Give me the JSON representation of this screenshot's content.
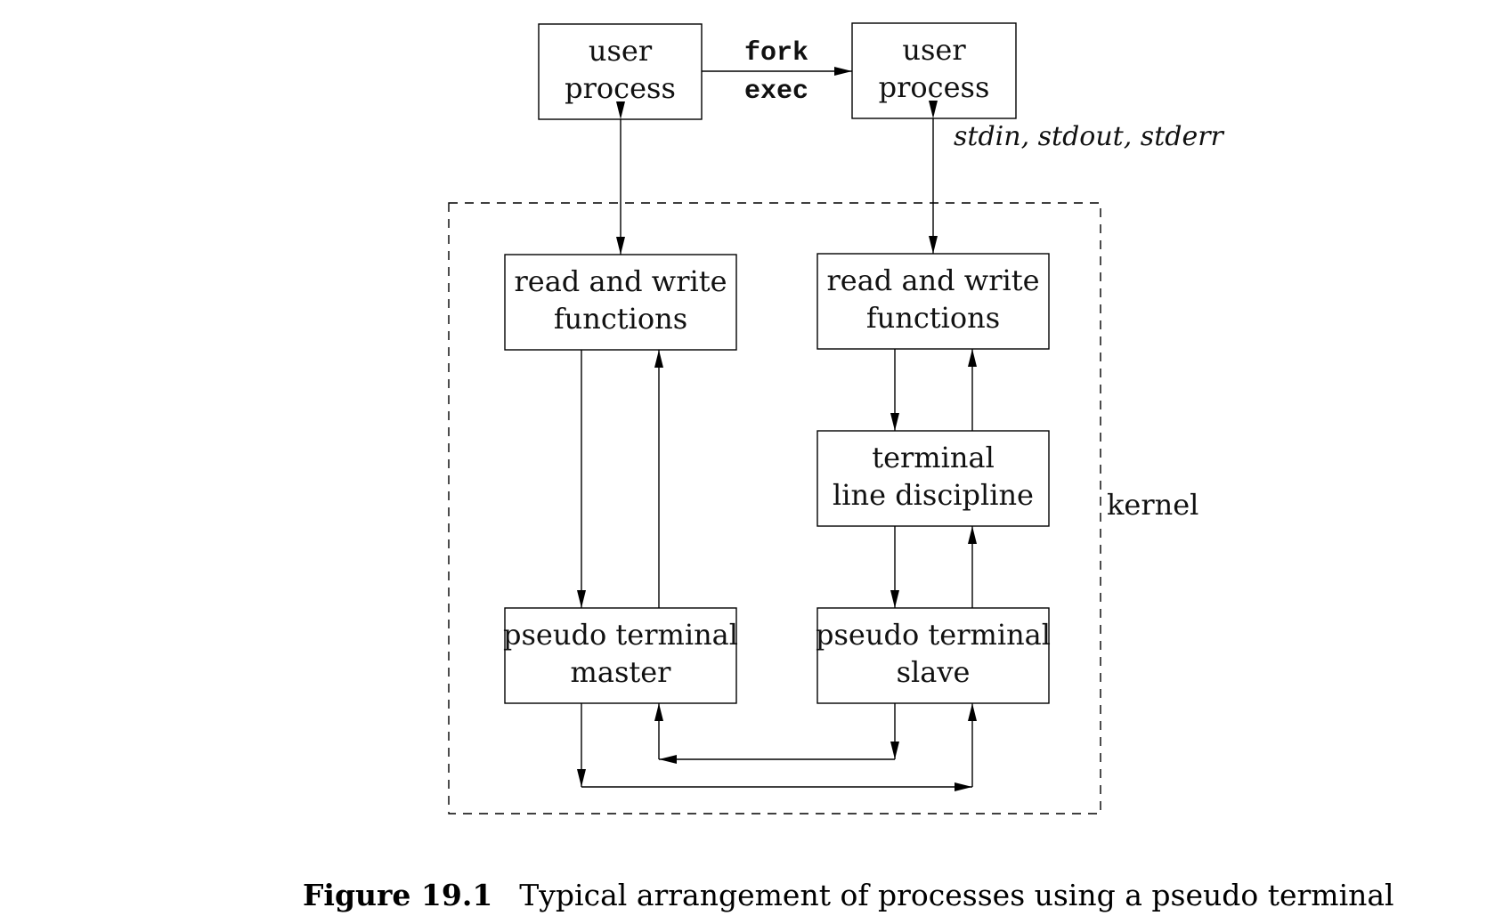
{
  "boxes": {
    "user_process_left": [
      "user",
      "process"
    ],
    "user_process_right": [
      "user",
      "process"
    ],
    "rw_left": [
      "read and write",
      "functions"
    ],
    "rw_right": [
      "read and write",
      "functions"
    ],
    "line_discipline": [
      "terminal",
      "line discipline"
    ],
    "pty_master": [
      "pseudo terminal",
      "master"
    ],
    "pty_slave": [
      "pseudo terminal",
      "slave"
    ]
  },
  "labels": {
    "fork": "fork",
    "exec": "exec",
    "stdio": "stdin, stdout, stderr",
    "kernel": "kernel"
  },
  "caption": {
    "number": "Figure 19.1",
    "text": "Typical arrangement of processes using a pseudo terminal"
  }
}
